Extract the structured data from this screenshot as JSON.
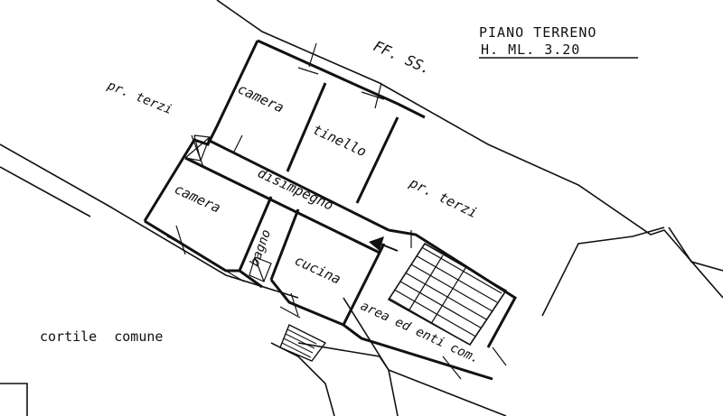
{
  "title": {
    "line1": "PIANO TERRENO",
    "line2": "H. ML. 3.20"
  },
  "labels": {
    "railway": "FF. SS.",
    "third_party_left": "pr. terzi",
    "third_party_right": "pr. terzi",
    "room_camera_top": "camera",
    "room_tinello": "tinello",
    "room_camera_left": "camera",
    "corridor": "disimpegno",
    "room_bagno": "bagno",
    "room_cucina": "cucina",
    "common_area": "area ed enti com.",
    "courtyard": "cortile comune"
  },
  "colors": {
    "ink": "#111111",
    "paper": "#ffffff"
  }
}
